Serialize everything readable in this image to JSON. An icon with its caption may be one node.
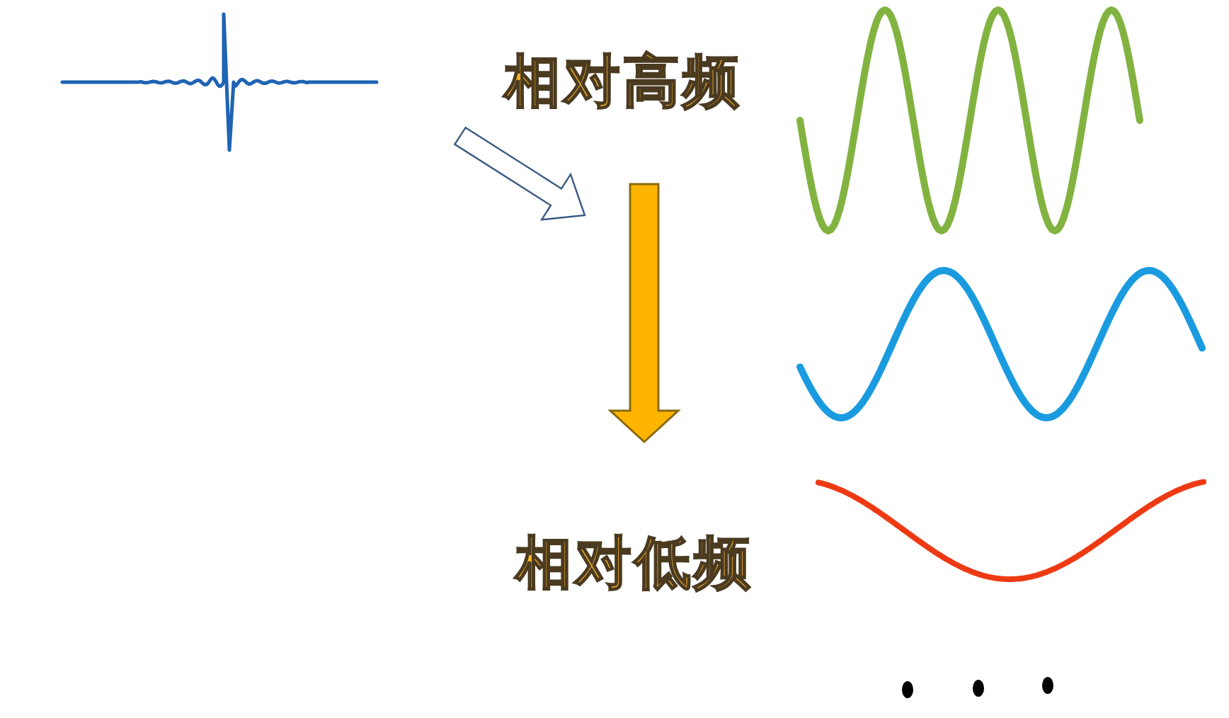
{
  "diagram": {
    "nodes": [
      {
        "text": [],
        "shape": "picture"
      },
      {
        "text": [
          "相对高频"
        ]
      },
      {
        "text": [
          "相对低频"
        ]
      },
      {
        "text": [],
        "shape": "picture"
      },
      {
        "text": [],
        "shape": "picture"
      },
      {
        "text": [],
        "shape": "picture"
      }
    ],
    "edges": [
      {
        "from": 1,
        "to": 2,
        "arrow": "to",
        "style": "thick",
        "color": "#ffb400"
      }
    ]
  }
}
